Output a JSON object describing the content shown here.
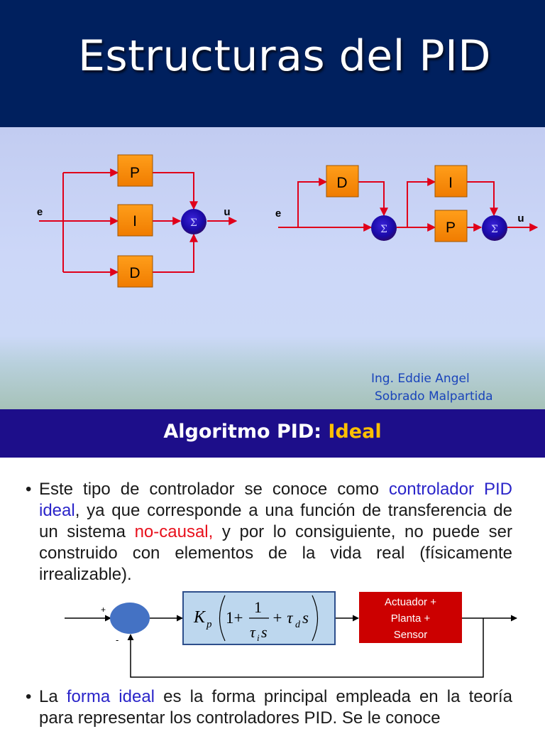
{
  "slide1": {
    "title": "Estructuras del PID",
    "parallel_diagram": {
      "input_label": "e",
      "output_label": "u",
      "blocks": [
        "P",
        "I",
        "D"
      ],
      "sum_symbol": "Σ"
    },
    "series_diagram": {
      "input_label": "e",
      "output_label": "u",
      "blocks": [
        "D",
        "I",
        "P"
      ],
      "sum_symbol": "Σ"
    },
    "author_line1": "Ing. Eddie Angel",
    "author_line2": "Sobrado Malpartida"
  },
  "slide2": {
    "title_prefix": "Algoritmo PID: ",
    "title_highlight": "Ideal",
    "bullet_symbol": "•",
    "bullet1": {
      "t1": "Este tipo de controlador se conoce como ",
      "t2": "controlador PID ideal",
      "t3": ", ya que corresponde a una función de transferencia de un sistema ",
      "t4": "no-causal,",
      "t5": " y por lo consiguiente, no puede ser construido con elementos de la vida real (físicamente irrealizable)."
    },
    "control_diagram": {
      "plus_sign": "+",
      "minus_sign": "-",
      "controller_formula": {
        "kp": "K",
        "kp_sub": "p",
        "one_plus": "1+",
        "numerator": "1",
        "tau_i": "τ",
        "tau_i_sub": "i",
        "s": "s",
        "plus_tau_d": "+ τ",
        "tau_d_sub": "d"
      },
      "plant_line1": "Actuador +",
      "plant_line2": "Planta +",
      "plant_line3": "Sensor"
    },
    "bullet2": {
      "t1": "La ",
      "t2": "forma ideal",
      "t3": " es la forma principal empleada en la teoría para representar los controladores PID. Se le conoce"
    }
  },
  "colors": {
    "title_bar": "#00205e",
    "slide2_bar": "#1d0e8a",
    "block_fill": "#ff8c00",
    "signal_line": "#e0001a",
    "sum_fill": "#1a0aa8",
    "plant_box": "#cc0000",
    "highlight": "#ffc000"
  }
}
